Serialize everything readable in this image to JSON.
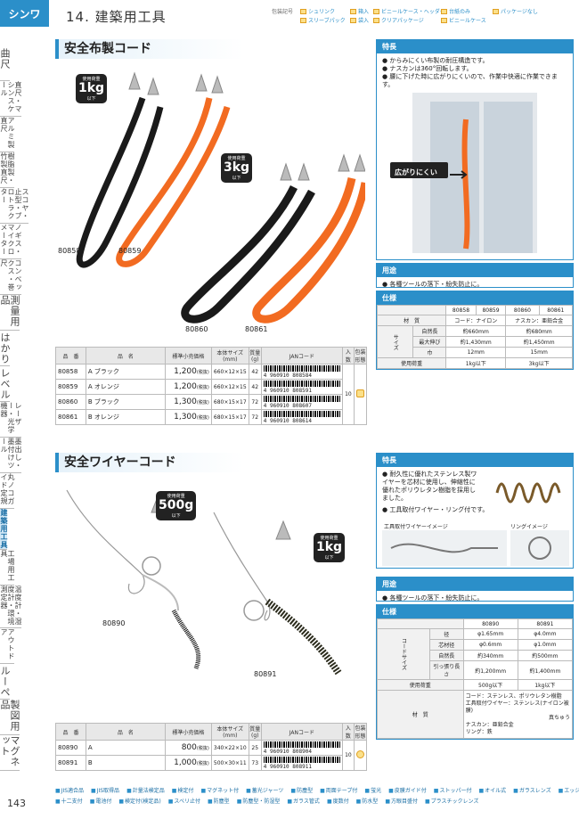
{
  "header": {
    "logo": "シンワ",
    "chapter_title": "14. 建築用工具",
    "legend_title": "包装記号",
    "legend": [
      "シュリンク",
      "スリーブパック",
      "箱入",
      "袋入",
      "ビニールケース・ヘッダー",
      "クリアパッケージ",
      "台紙のみ",
      "ビニールケース",
      "パッケージなし"
    ]
  },
  "tabs": [
    "曲尺",
    "直尺・マシンスケール",
    "アルミ製直尺",
    "樹脂製・竹製直尺",
    "スコヤ・止型・プロトラクター",
    "ノギス・マイクロメーター",
    "コンベックス・巻尺",
    "測量用品",
    "はかり",
    "レベル",
    "レーザー・光学機器",
    "墨出し・墨付けツール",
    "丸ノコガイド定規",
    "建築用工具",
    "工場用工具",
    "温度計・湿度計・環境測定器",
    "アウトドア",
    "ルーペ",
    "製図用品",
    "マグネット"
  ],
  "page_number": "143",
  "section1": {
    "title": "安全布製コード",
    "badge_1kg": {
      "top": "使用荷重",
      "value": "1kg",
      "sub": "以下"
    },
    "badge_3kg": {
      "top": "使用荷重",
      "value": "3kg",
      "sub": "以下"
    },
    "models": [
      "80858",
      "80859",
      "80860",
      "80861"
    ],
    "features_title": "特長",
    "features": [
      "からみにくい布製の耐圧構造です。",
      "ナスカンは360°回転します。",
      "腰に下げた時に広がりにくいので、作業中快適に作業できます。"
    ],
    "photo_label": "広がりにくい",
    "usage_title": "用途",
    "usage": "各種ツールの落下・紛失防止に。",
    "spec_title": "仕様",
    "spec": {
      "cols": [
        "80858",
        "80859",
        "80860",
        "80861"
      ],
      "material_label": "材　質",
      "material": [
        "コード：ナイロン",
        "ナスカン：亜鉛合金"
      ],
      "group_label": "サイズ",
      "natural_label": "自然長",
      "natural": [
        "約660mm",
        "約680mm"
      ],
      "max_label": "最大伸び",
      "max": [
        "約1,430mm",
        "約1,450mm"
      ],
      "width_label": "巾",
      "width": [
        "12mm",
        "15mm"
      ],
      "load_label": "使用荷重",
      "load": [
        "1kg以下",
        "3kg以下"
      ]
    },
    "table": {
      "headers": [
        "品　番",
        "品　名",
        "標準小売価格",
        "本体サイズ(mm)",
        "質量(g)",
        "JANコード",
        "入数",
        "包装形態"
      ],
      "rows": [
        {
          "code": "80858",
          "name": "A ブラック",
          "price": "1,200",
          "tax": "(税抜)",
          "size": "660×12×15",
          "weight": "42",
          "jan_prefix": "4",
          "jan": "960910 808584"
        },
        {
          "code": "80859",
          "name": "A オレンジ",
          "price": "1,200",
          "tax": "(税抜)",
          "size": "660×12×15",
          "weight": "42",
          "jan_prefix": "4",
          "jan": "960910 808591"
        },
        {
          "code": "80860",
          "name": "B ブラック",
          "price": "1,300",
          "tax": "(税抜)",
          "size": "680×15×17",
          "weight": "72",
          "jan_prefix": "4",
          "jan": "960910 808607"
        },
        {
          "code": "80861",
          "name": "B オレンジ",
          "price": "1,300",
          "tax": "(税抜)",
          "size": "680×15×17",
          "weight": "72",
          "jan_prefix": "4",
          "jan": "960910 808614"
        }
      ],
      "qty": "10"
    }
  },
  "section2": {
    "title": "安全ワイヤーコード",
    "badge_500g": {
      "top": "使用荷重",
      "value": "500g",
      "sub": "以下"
    },
    "badge_1kg": {
      "top": "使用荷重",
      "value": "1kg",
      "sub": "以下"
    },
    "models": [
      "80890",
      "80891"
    ],
    "features_title": "特長",
    "features": [
      "耐久性に優れたステンレス製ワイヤーを芯材に使用し、伸縮性に優れたポリウレタン樹脂を採用しました。",
      "工具取付ワイヤー・リング付です。"
    ],
    "img_label_1": "工具取付ワイヤーイメージ",
    "img_label_2": "リングイメージ",
    "usage_title": "用途",
    "usage": "各種ツールの落下・紛失防止に。",
    "spec_title": "仕様",
    "spec": {
      "cols": [
        "80890",
        "80891"
      ],
      "group_label": "コードサイズ",
      "dia_label": "径",
      "dia": [
        "φ1.65mm",
        "φ4.0mm"
      ],
      "core_label": "芯材径",
      "core": [
        "φ0.6mm",
        "φ1.0mm"
      ],
      "natural_label": "自然長",
      "natural": [
        "約340mm",
        "約500mm"
      ],
      "max_label": "引っ張り長さ",
      "max": [
        "約1,200mm",
        "約1,400mm"
      ],
      "load_label": "使用荷重",
      "load": [
        "500g以下",
        "1kg以下"
      ],
      "material_label": "材　質",
      "material": [
        "コード：ステンレス、ポリウレタン樹脂",
        "工具取付ワイヤー：ステンレス(ナイロン被膜)",
        "真ちゅう",
        "ナスカン：亜鉛合金",
        "リング：鉄"
      ]
    },
    "table": {
      "headers": [
        "品　番",
        "品　名",
        "標準小売価格",
        "本体サイズ(mm)",
        "質量(g)",
        "JANコード",
        "入数",
        "包装形態"
      ],
      "rows": [
        {
          "code": "80890",
          "name": "A",
          "price": "800",
          "tax": "(税抜)",
          "size": "340×22×10",
          "weight": "25",
          "jan_prefix": "4",
          "jan": "960910 808904"
        },
        {
          "code": "80891",
          "name": "B",
          "price": "1,000",
          "tax": "(税抜)",
          "size": "500×30×11",
          "weight": "73",
          "jan_prefix": "4",
          "jan": "960910 808911"
        }
      ],
      "qty": "10"
    }
  },
  "footer": {
    "row1": [
      "JIS適合品",
      "JIS取得品",
      "計量法検定品",
      "検定付",
      "マグネット付",
      "蓄光ジャーツ",
      "防塵型",
      "両面テープ付",
      "蛍光",
      "皮膜ガイド付",
      "ストッパー付",
      "オイル式",
      "ガラスレンズ",
      "エッジ付"
    ],
    "row2": [
      "十二支付",
      "電池付",
      "検定付(検定品)",
      "スベリ止付",
      "防塵型",
      "防塵型・防湿型",
      "ガラス管式",
      "度数付",
      "防水型",
      "方眼目盛付",
      "プラスチックレンズ"
    ]
  },
  "colors": {
    "brand_blue": "#2b8fc9",
    "orange": "#f26b21",
    "black": "#1a1a1a"
  }
}
